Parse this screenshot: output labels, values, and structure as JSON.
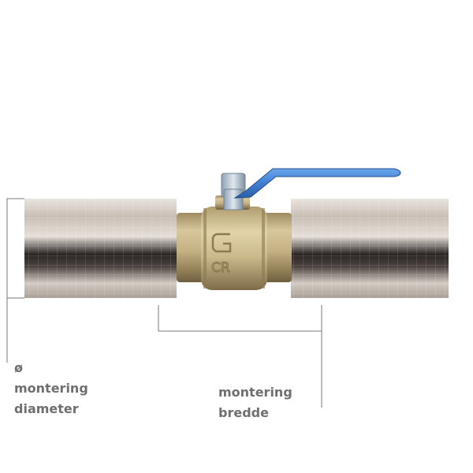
{
  "labels": {
    "diameter": {
      "symbol": "ø",
      "line1": "montering",
      "line2": "diameter"
    },
    "width": {
      "line1": "montering",
      "line2": "bredde"
    }
  },
  "valve": {
    "logo_text": "CR"
  },
  "colors": {
    "pipe_insulation": "#b9b1aa",
    "valve_brass": "#c7b485",
    "handle": "#3f7fd2",
    "dimension_line": "#7a7a7a",
    "label_text": "#6f6f6f"
  }
}
